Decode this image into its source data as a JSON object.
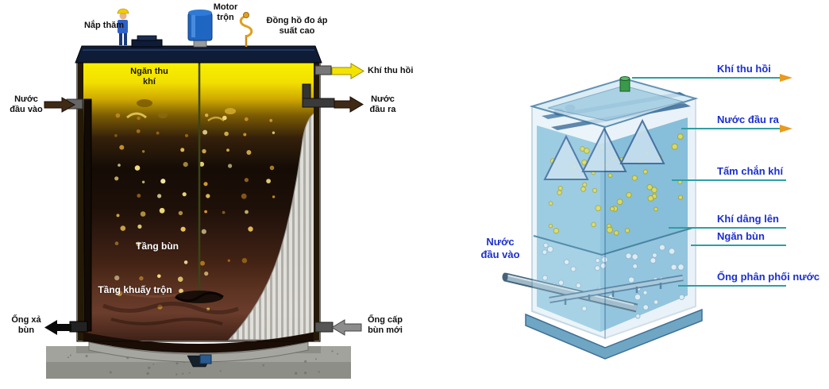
{
  "left_diagram": {
    "nap_tham": "Nắp thăm",
    "motor_tron": "Motor trộn",
    "dong_ho_do_ap_suat_cao": "Đồng hồ đo áp suất cao",
    "ngan_thu_khi": "Ngăn thu khí",
    "khi_thu_hoi": "Khí thu hồi",
    "nuoc_dau_vao": "Nước đầu vào",
    "nuoc_dau_ra": "Nước đầu ra",
    "tang_bun": "Tầng bùn",
    "tang_khuay_tron": "Tầng khuấy trộn",
    "ong_xa_bun": "Ống xả bùn",
    "ong_cap_bun_moi": "Ống cấp bùn mới"
  },
  "right_diagram": {
    "khi_thu_hoi": "Khí thu hồi",
    "nuoc_dau_ra": "Nước đầu ra",
    "tam_chan_khi": "Tấm chắn khí",
    "khi_dang_len": "Khí dâng lên",
    "ngan_bun": "Ngăn bùn",
    "nuoc_dau_vao": "Nước đầu vào",
    "ong_phan_phoi_nuoc": "Ống phân phối nước"
  },
  "colors": {
    "gas_yellow": "#f2e400",
    "label_blue": "#1b2fd0",
    "callout_teal": "#2f9fa2",
    "arrow_orange": "#e89b1e",
    "inlet_brown": "#3f2a16",
    "gas_dot": "#e6df3d",
    "gas_dot_edge": "#a09a12",
    "sludge_dot": "#eef6fb",
    "sludge_dot_edge": "#8fb4c9"
  }
}
